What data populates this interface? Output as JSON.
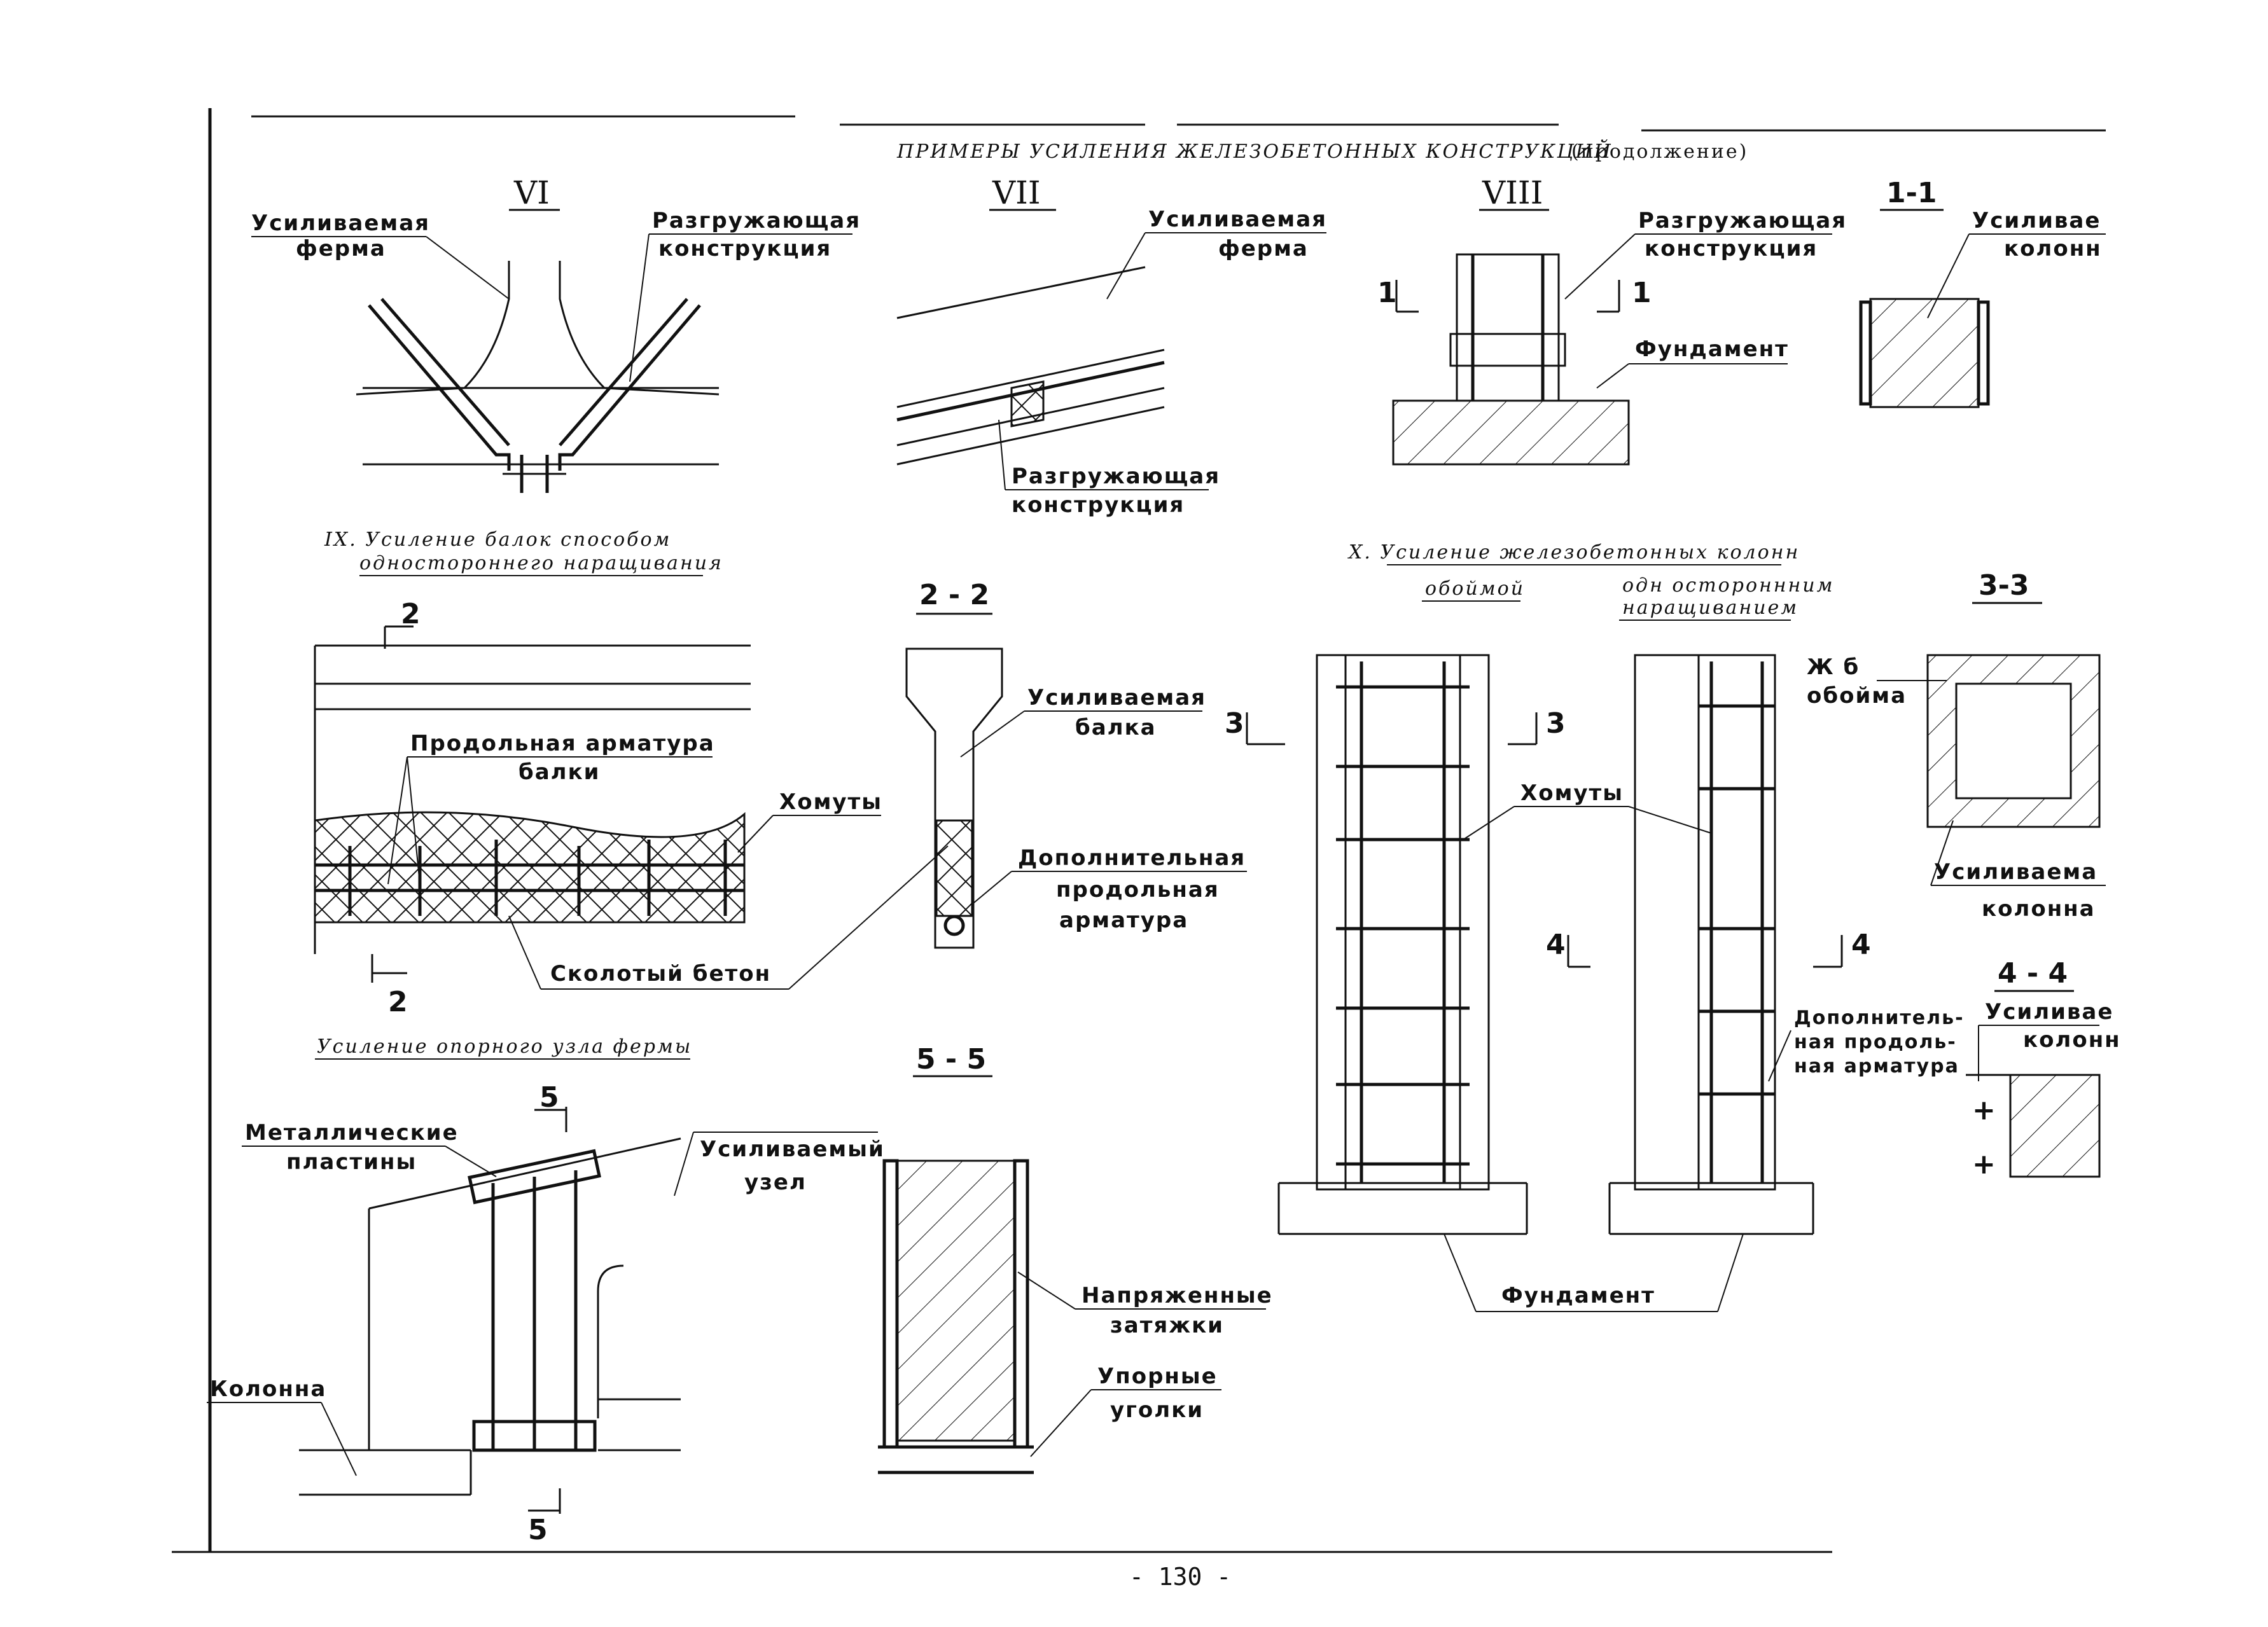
{
  "header": {
    "title": "ПРИМЕРЫ   УСИЛЕНИЯ   ЖЕЛЕЗОБЕТОННЫХ   КОНСТРУКЦИЙ",
    "title_suffix": "(продолжение)"
  },
  "fig6": {
    "num": "VI",
    "lbl_a1": "Усиливаемая",
    "lbl_a2": "ферма",
    "lbl_b1": "Разгружающая",
    "lbl_b2": "конструкция"
  },
  "fig7": {
    "num": "VII",
    "lbl_a1": "Усиливаемая",
    "lbl_a2": "ферма",
    "lbl_b1": "Разгружающая",
    "lbl_b2": "конструкция"
  },
  "fig8": {
    "num": "VIII",
    "lbl_a1": "Разгружающая",
    "lbl_a2": "конструкция",
    "lbl_b": "Фундамент",
    "cut_left": "1",
    "cut_right": "1"
  },
  "sec11": {
    "num": "1-1",
    "lbl_1": "Усиливае",
    "lbl_2": "колонн"
  },
  "fig9": {
    "title_1": "IX. Усиление балок способом",
    "title_2": "одностороннего наращивания",
    "cut_top": "2",
    "cut_bottom": "2",
    "lbl_a1": "Продольная арматура",
    "lbl_a2": "балки",
    "lbl_b": "Хомуты",
    "lbl_c": "Сколотый  бетон"
  },
  "sec22": {
    "num": "2 - 2",
    "lbl_a1": "Усиливаемая",
    "lbl_a2": "балка",
    "lbl_b1": "Дополнительная",
    "lbl_b2": "продольная",
    "lbl_b3": "арматура"
  },
  "fig10": {
    "title": "X. Усиление железобетонных колонн",
    "sub_a": "обоймой",
    "sub_b1": "одн остороннним",
    "sub_b2": "наращиванием",
    "cut3_l": "3",
    "cut3_r": "3",
    "cut4_l": "4",
    "cut4_r": "4",
    "lbl_hom": "Хомуты",
    "lbl_dop1": "Дополнитель-",
    "lbl_dop2": "ная продоль-",
    "lbl_dop3": "ная арматура",
    "lbl_fund": "Фундамент"
  },
  "sec33": {
    "num": "3-3",
    "lbl_a1": "Ж б",
    "lbl_a2": "обойма",
    "lbl_b1": "Усиливаема",
    "lbl_b2": "колонна"
  },
  "sec44": {
    "num": "4 - 4",
    "lbl_1": "Усиливае",
    "lbl_2": "колонн"
  },
  "fig_truss": {
    "title": "Усиление опорного узла фермы",
    "cut_top": "5",
    "cut_bottom": "5",
    "lbl_a1": "Металлические",
    "lbl_a2": "пластины",
    "lbl_b1": "Усиливаемый",
    "lbl_b2": "узел",
    "lbl_c": "Колонна"
  },
  "sec55": {
    "num": "5 - 5",
    "lbl_a1": "Напряженные",
    "lbl_a2": "затяжки",
    "lbl_b1": "Упорные",
    "lbl_b2": "уголки"
  },
  "footer": {
    "page": "- 130 -"
  }
}
